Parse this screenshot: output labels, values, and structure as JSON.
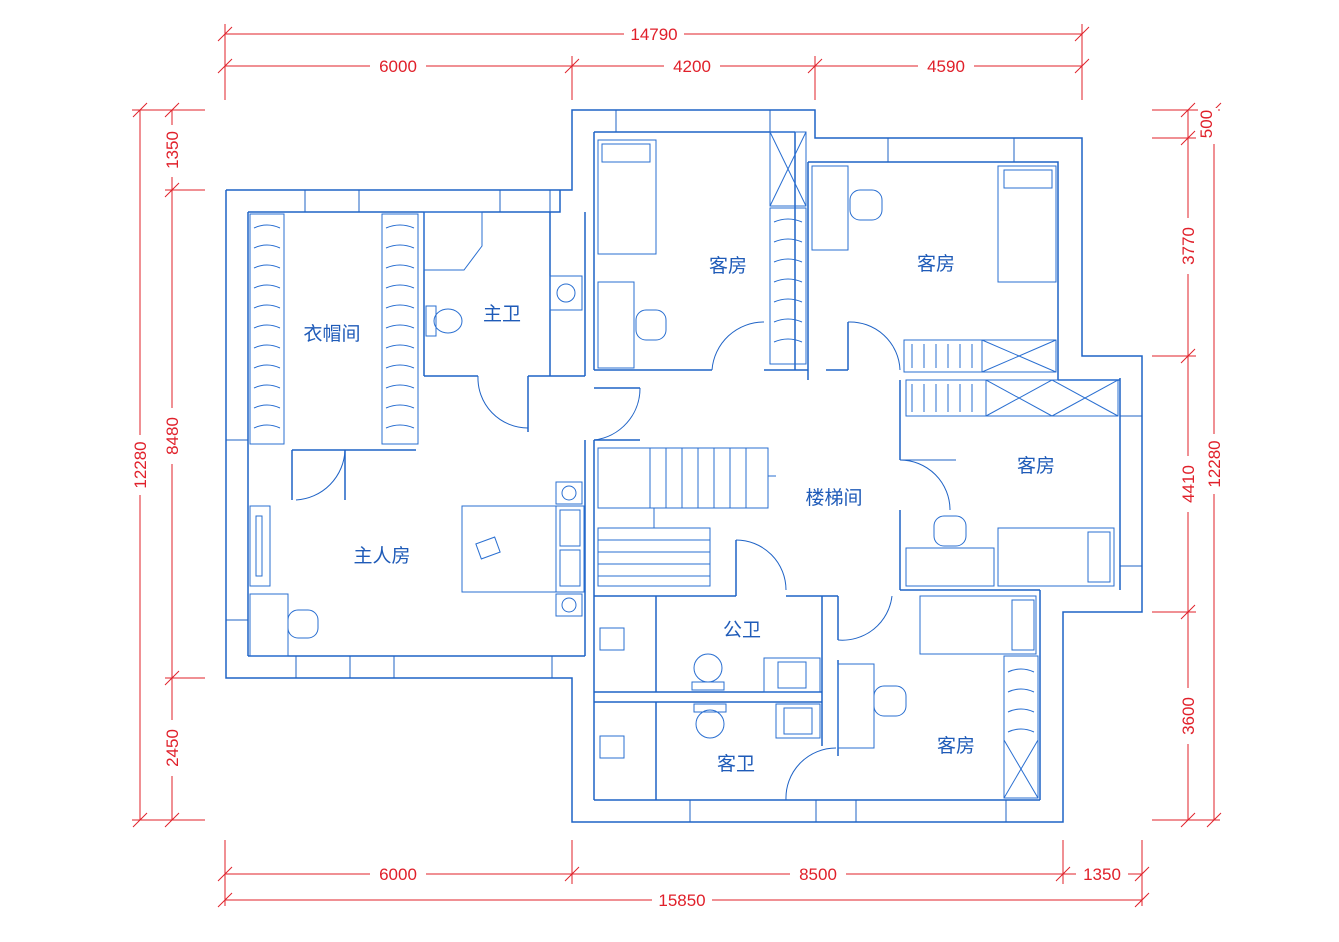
{
  "dimensions": {
    "top_total": "14790",
    "top_segments": [
      "6000",
      "4200",
      "4590"
    ],
    "bottom_segments": [
      "6000",
      "8500",
      "1350"
    ],
    "bottom_total": "15850",
    "left_total": "12280",
    "left_segments": [
      "1350",
      "8480",
      "2450"
    ],
    "right_segments": [
      "500",
      "3770",
      "4410",
      "3600"
    ],
    "right_total": "12280"
  },
  "rooms": {
    "cloakroom": "衣帽间",
    "master_bath": "主卫",
    "guest_room_1": "客房",
    "guest_room_2": "客房",
    "guest_room_3": "客房",
    "guest_room_4": "客房",
    "stairwell": "楼梯间",
    "master_bedroom": "主人房",
    "public_bath": "公卫",
    "guest_bath": "客卫"
  },
  "colors": {
    "walls": "#1f63c6",
    "dimensions": "#e0202a",
    "background": "#ffffff"
  }
}
